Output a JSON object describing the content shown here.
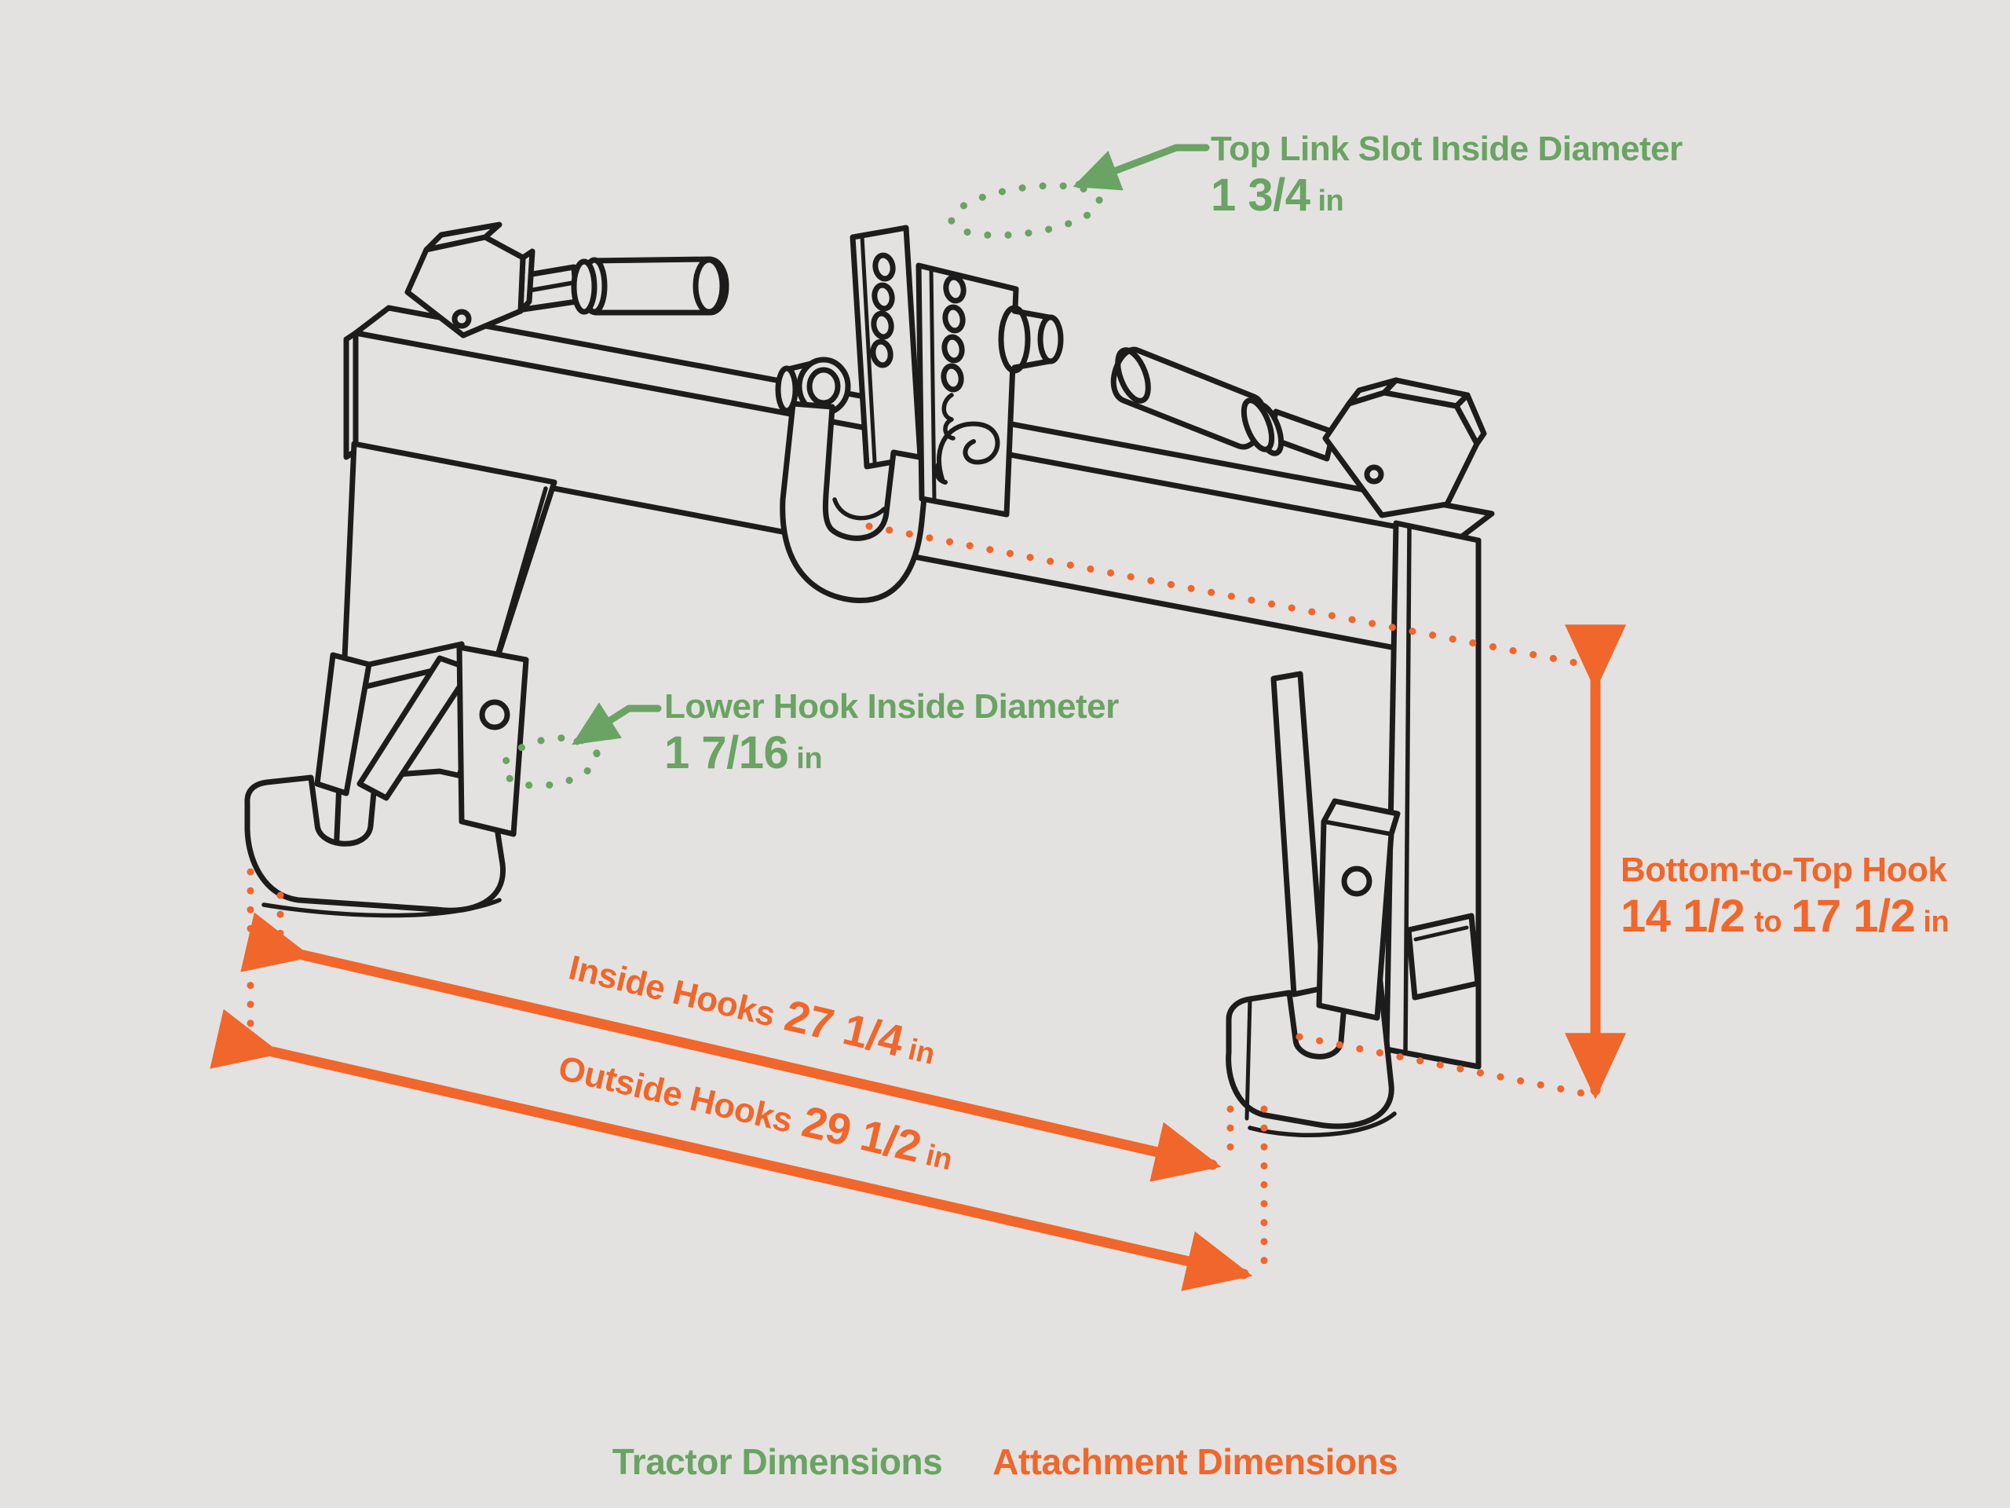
{
  "colors": {
    "background": "#e3e2e0",
    "line": "#1c1c1c",
    "green": "#6aa363",
    "orange": "#f0662b"
  },
  "illustration": {
    "subject": "three-point quick hitch line drawing"
  },
  "annotations": {
    "top_link": {
      "label": "Top Link Slot Inside Diameter",
      "value": "1 3/4",
      "unit": "in"
    },
    "lower_hook": {
      "label": "Lower Hook Inside Diameter",
      "value": "1 7/16",
      "unit": "in"
    },
    "bottom_to_top": {
      "label": "Bottom-to-Top Hook",
      "value_min": "14 1/2",
      "joiner": "to",
      "value_max": "17 1/2",
      "unit": "in"
    },
    "inside_hooks": {
      "label": "Inside Hooks",
      "value": "27 1/4",
      "unit": "in"
    },
    "outside_hooks": {
      "label": "Outside Hooks",
      "value": "29 1/2",
      "unit": "in"
    }
  },
  "legend": {
    "tractor": "Tractor Dimensions",
    "attachment": "Attachment Dimensions"
  }
}
